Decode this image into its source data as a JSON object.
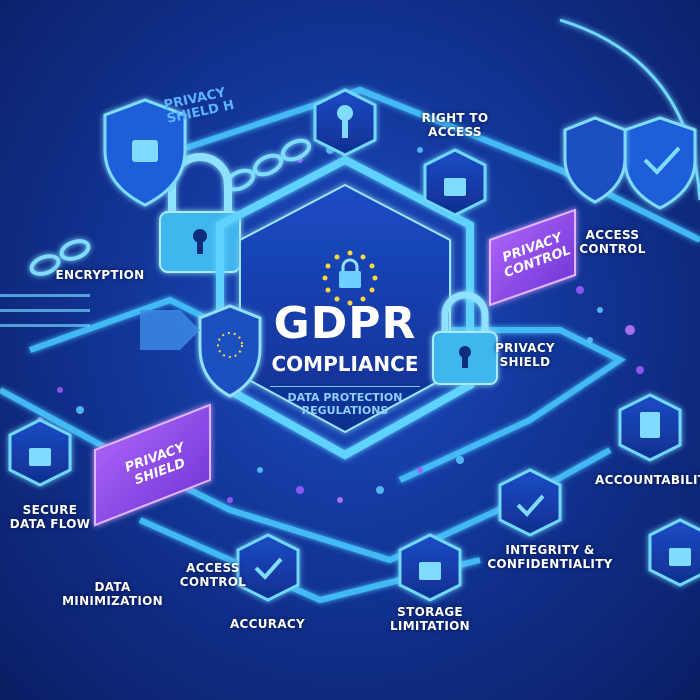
{
  "center": {
    "title": "GDPR",
    "subtitle": "COMPLIANCE",
    "regulations": [
      "DATA PROTECTION",
      "REGULATIONS"
    ]
  },
  "labels": {
    "privacy_shield_h": [
      "PRIVACY",
      "SHIELD H"
    ],
    "encryption": "ENCRYPTION",
    "right_to_access": [
      "RIGHT TO",
      "ACCESS"
    ],
    "access_control_top": [
      "ACCESS",
      "CONTROL"
    ],
    "privacy_shield_right": [
      "PRIVACY",
      "SHIELD"
    ],
    "accountability": "ACCOUNTABILITY",
    "secure_data_flow": [
      "SECURE",
      "DATA FLOW"
    ],
    "data_minimization": [
      "DATA",
      "MINIMIZATION"
    ],
    "access_control_bottom": [
      "ACCESS",
      "CONTROL"
    ],
    "accuracy": "ACCURACY",
    "storage_limitation": [
      "STORAGE",
      "LIMITATION"
    ],
    "integrity": [
      "INTEGRITY &",
      "CONFIDENTIALITY"
    ]
  },
  "signs": {
    "privacy_control": [
      "PRIVACY",
      "CONTROL"
    ],
    "privacy_shield_left": [
      "PRIVACY",
      "SHIELD"
    ]
  },
  "colors": {
    "background": "#123597",
    "glow": "#3fd0ff",
    "accent_purple": "#a35cff",
    "eu_star": "#ffd83a"
  }
}
